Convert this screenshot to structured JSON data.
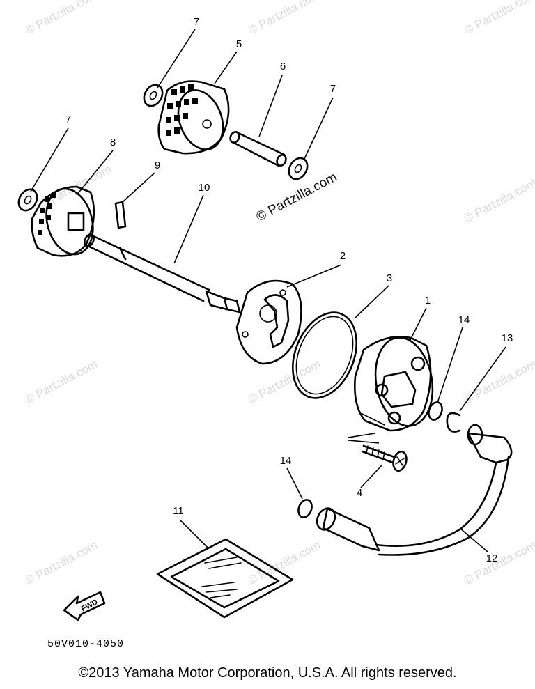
{
  "watermark": "© Partzilla.com",
  "part_numbers": {
    "p1": "1",
    "p2": "2",
    "p3": "3",
    "p4": "4",
    "p5": "5",
    "p6": "6",
    "p7a": "7",
    "p7b": "7",
    "p7c": "7",
    "p8": "8",
    "p9": "9",
    "p10": "10",
    "p11": "11",
    "p12": "12",
    "p13": "13",
    "p14a": "14",
    "p14b": "14"
  },
  "fwd_label": "FWD",
  "diagram_code": "50V010-4050",
  "copyright": "©2013 Yamaha Motor Corporation, U.S.A. All rights reserved."
}
